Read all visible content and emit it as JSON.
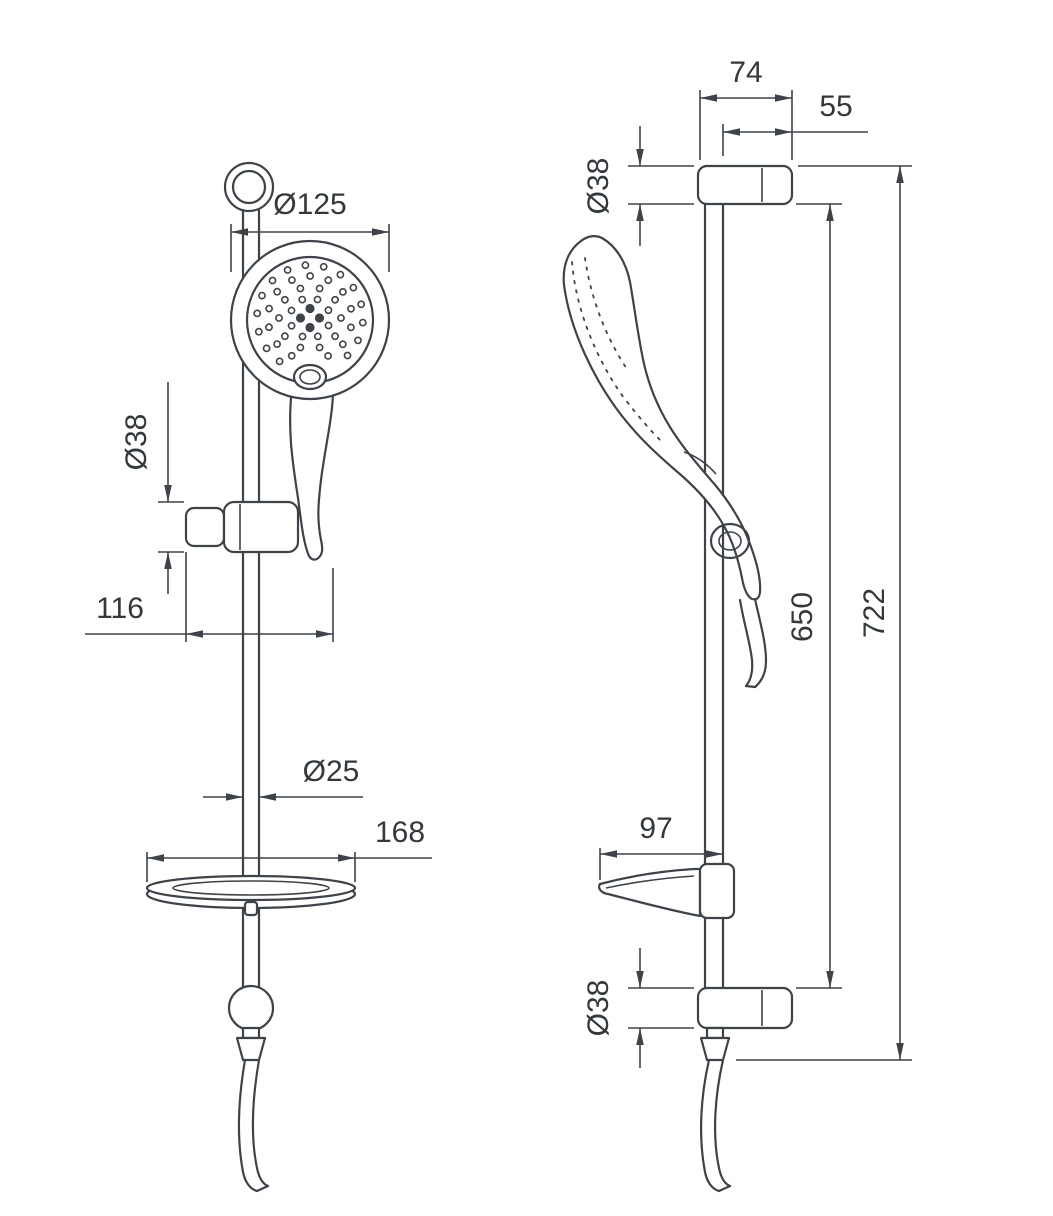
{
  "drawing": {
    "kind": "technical dimension drawing",
    "views": [
      "front view",
      "side view"
    ],
    "product": "hand shower set with slide rail, holder, soap dish and supply elbow"
  },
  "dims": {
    "head_diameter": "Ø125",
    "holder_clamp_diameter": "Ø38",
    "handle_offset": "116",
    "rail_diameter": "Ø25",
    "dish_width": "168",
    "bracket_depth": "74",
    "bracket_wall_offset": "55",
    "top_bracket_diameter": "Ø38",
    "rail_length": "650",
    "overall_height": "722",
    "dish_depth": "97",
    "bottom_bracket_diameter": "Ø38"
  },
  "style": {
    "line_color": "#3d4349",
    "text_color": "#33383d",
    "background": "#ffffff"
  }
}
